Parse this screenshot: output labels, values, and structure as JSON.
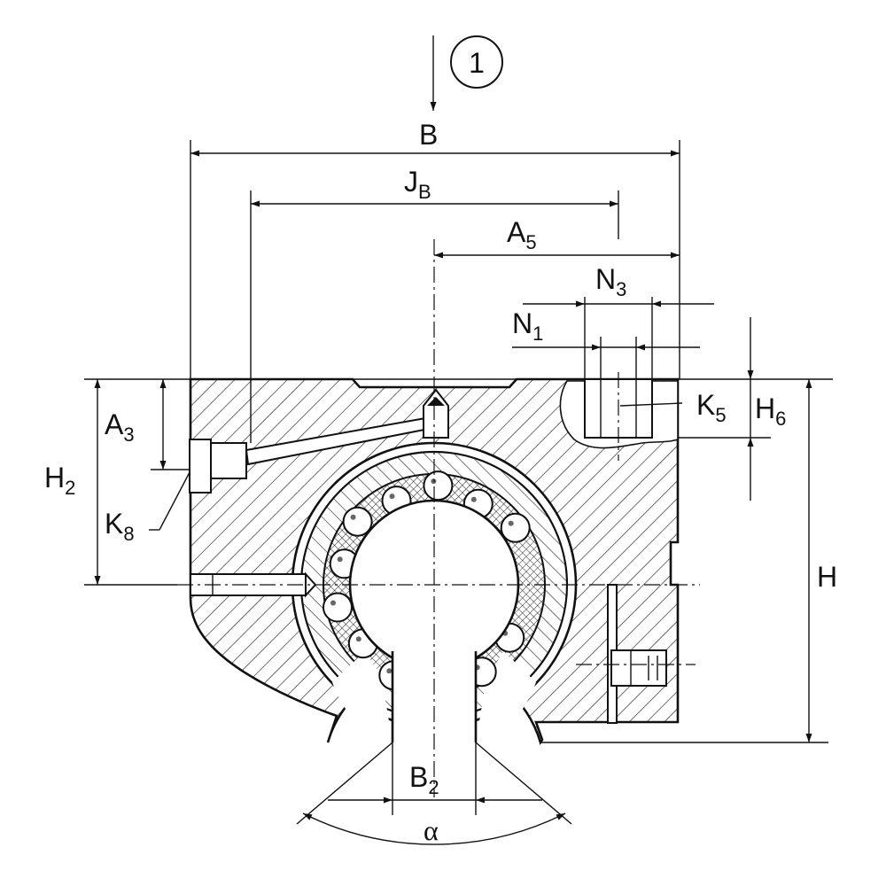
{
  "callout": {
    "number": "1"
  },
  "dimensions": {
    "B": {
      "main": "B",
      "sub": ""
    },
    "JB": {
      "main": "J",
      "sub": "B"
    },
    "A5": {
      "main": "A",
      "sub": "5"
    },
    "N3": {
      "main": "N",
      "sub": "3"
    },
    "N1": {
      "main": "N",
      "sub": "1"
    },
    "A3": {
      "main": "A",
      "sub": "3"
    },
    "H2": {
      "main": "H",
      "sub": "2"
    },
    "K8": {
      "main": "K",
      "sub": "8"
    },
    "K5": {
      "main": "K",
      "sub": "5"
    },
    "H6": {
      "main": "H",
      "sub": "6"
    },
    "H": {
      "main": "H",
      "sub": ""
    },
    "B2": {
      "main": "B",
      "sub": "2"
    },
    "alpha": {
      "main": "α",
      "sub": ""
    }
  },
  "rolling_elements": {
    "ball_count": 12
  },
  "colors": {
    "line": "#111111",
    "background": "#ffffff",
    "cage_fill": "#e8e8e8"
  }
}
